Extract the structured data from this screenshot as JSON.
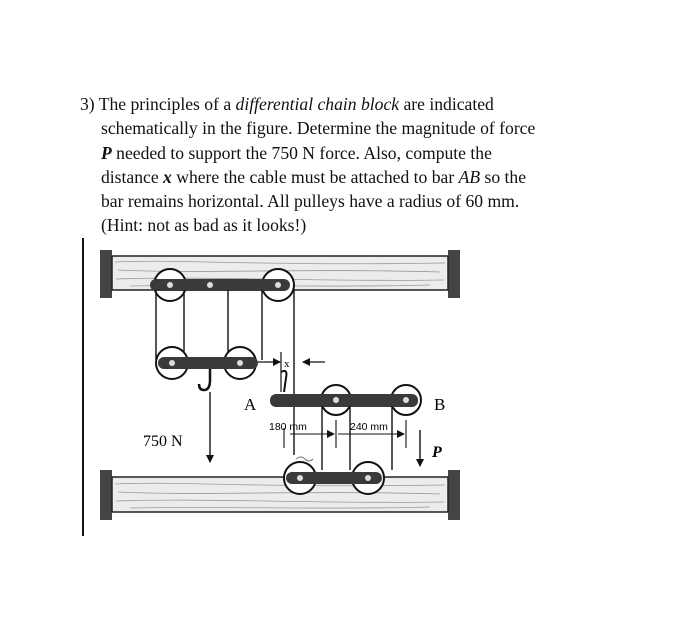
{
  "problem": {
    "number": "3)",
    "l1_a": "The principles of a ",
    "l1_em": "differential chain block",
    "l1_b": " are indicated",
    "l2": "schematically in the figure.  Determine the magnitude of force",
    "l3_bold": "P",
    "l3_b": " needed to support the 750 N force.  Also, compute the",
    "l4_a": "distance ",
    "l4_bold": "x",
    "l4_b": " where the cable must be attached to bar ",
    "l4_em": "AB",
    "l4_c": " so the",
    "l5": "bar remains horizontal.  All pulleys have a radius of 60 mm.",
    "l6": "(Hint:  not as bad as it looks!)"
  },
  "figure": {
    "label_A": "A",
    "label_B": "B",
    "label_x": "x",
    "label_force": "750 N",
    "label_P": "P",
    "dim_left": "180 mm",
    "dim_right": "240 mm"
  }
}
